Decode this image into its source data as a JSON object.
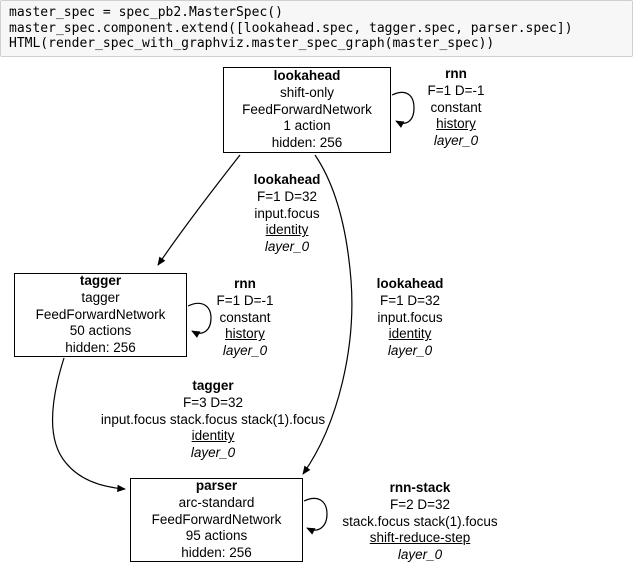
{
  "code_cell": {
    "lines": [
      "master_spec = spec_pb2.MasterSpec()",
      "master_spec.component.extend([lookahead.spec, tagger.spec, parser.spec])",
      "HTML(render_spec_with_graphviz.master_spec_graph(master_spec))"
    ]
  },
  "graph": {
    "nodes": [
      {
        "title": "lookahead",
        "subtitle": "shift-only",
        "network": "FeedForwardNetwork",
        "actions": "1 action",
        "hidden": "hidden: 256"
      },
      {
        "title": "tagger",
        "subtitle": "tagger",
        "network": "FeedForwardNetwork",
        "actions": "50 actions",
        "hidden": "hidden: 256"
      },
      {
        "title": "parser",
        "subtitle": "arc-standard",
        "network": "FeedForwardNetwork",
        "actions": "95 actions",
        "hidden": "hidden: 256"
      }
    ],
    "edge_labels": [
      {
        "name": "rnn",
        "dims": "F=1 D=-1",
        "features": "constant",
        "channel": "history",
        "layer": "layer_0"
      },
      {
        "name": "lookahead",
        "dims": "F=1 D=32",
        "features": "input.focus",
        "channel": "identity",
        "layer": "layer_0"
      },
      {
        "name": "rnn",
        "dims": "F=1 D=-1",
        "features": "constant",
        "channel": "history",
        "layer": "layer_0"
      },
      {
        "name": "lookahead",
        "dims": "F=1 D=32",
        "features": "input.focus",
        "channel": "identity",
        "layer": "layer_0"
      },
      {
        "name": "tagger",
        "dims": "F=3 D=32",
        "features": "input.focus stack.focus stack(1).focus",
        "channel": "identity",
        "layer": "layer_0"
      },
      {
        "name": "rnn-stack",
        "dims": "F=2 D=32",
        "features": "stack.focus stack(1).focus",
        "channel": "shift-reduce-step",
        "layer": "layer_0"
      }
    ],
    "colors": {
      "edge": "#000000",
      "node_border": "#000000",
      "text": "#000000",
      "background": "#ffffff",
      "code_bg": "#f7f7f7",
      "code_border": "#cfcfcf"
    }
  }
}
